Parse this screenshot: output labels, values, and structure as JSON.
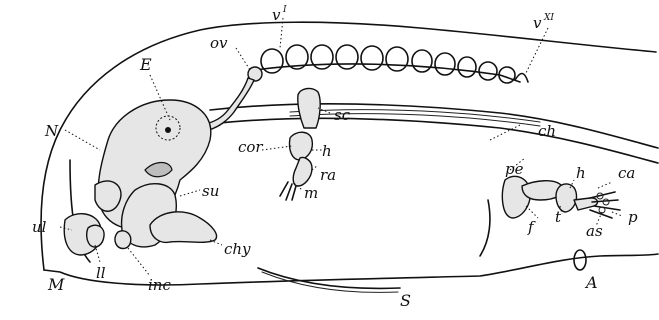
{
  "labels": {
    "E": "E",
    "N": "N",
    "ov": "ov",
    "v1": "v",
    "v1_sup": "I",
    "v11": "v",
    "v11_sup": "XI",
    "ch": "ch",
    "sc": "sc",
    "cor": "cor",
    "h_arm": "h",
    "ra": "ra",
    "m": "m",
    "su": "su",
    "ul": "ul",
    "chy": "chy",
    "ll": "ll",
    "inc": "inc",
    "M": "M",
    "S": "S",
    "pe": "pe",
    "h_leg": "h",
    "ca": "ca",
    "f": "f",
    "t": "t",
    "as": "as",
    "p": "p",
    "A": "A"
  }
}
